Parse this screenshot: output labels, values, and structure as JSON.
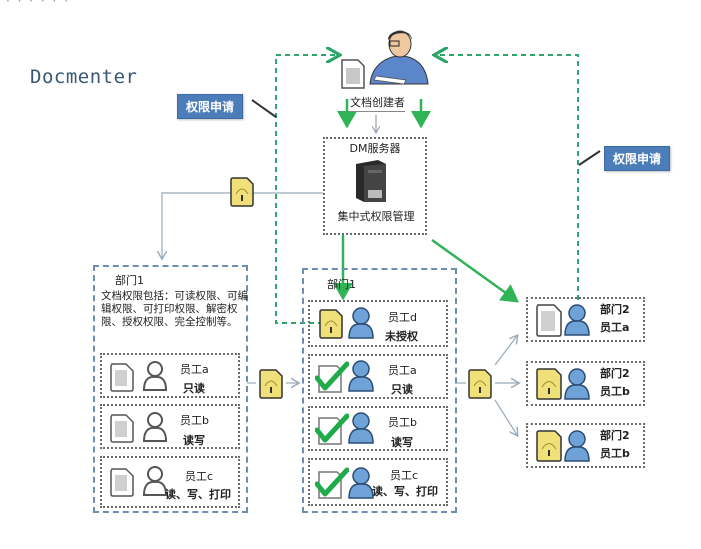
{
  "brand": "Docmenter",
  "top_cut_text": "· · · · · ·",
  "callouts": {
    "left": "权限申请",
    "right": "权限申请"
  },
  "creator": {
    "label": "文档创建者",
    "icon": "person-at-desk-icon"
  },
  "server": {
    "title": "DM服务器",
    "caption": "集中式权限管理",
    "icon": "server-tower-icon"
  },
  "left_dept": {
    "title": "部门1",
    "description": "文档权限包括：可读权限、可编辑权限、可打印权限、解密权限、授权权限、完全控制等。",
    "employees": [
      {
        "name": "员工a",
        "permission": "只读",
        "doc_icon": "plain-document-icon",
        "user_icon": "user-outline-icon"
      },
      {
        "name": "员工b",
        "permission": "读写",
        "doc_icon": "plain-document-icon",
        "user_icon": "user-outline-icon"
      },
      {
        "name": "员工c",
        "permission": "读、写、打印",
        "doc_icon": "plain-document-icon",
        "user_icon": "user-outline-icon"
      }
    ]
  },
  "middle_dept": {
    "title": "部门1",
    "employees": [
      {
        "name": "员工d",
        "permission": "未授权",
        "doc_icon": "locked-document-icon",
        "user_icon": "user-filled-icon"
      },
      {
        "name": "员工a",
        "permission": "只读",
        "doc_icon": "approved-document-icon",
        "user_icon": "user-filled-icon"
      },
      {
        "name": "员工b",
        "permission": "读写",
        "doc_icon": "approved-document-icon",
        "user_icon": "user-filled-icon"
      },
      {
        "name": "员工c",
        "permission": "读、写、打印",
        "doc_icon": "approved-document-icon",
        "user_icon": "user-filled-icon"
      }
    ]
  },
  "right_dept": {
    "employees": [
      {
        "dept": "部门2",
        "name": "员工a",
        "doc_icon": "plain-document-icon"
      },
      {
        "dept": "部门2",
        "name": "员工b",
        "doc_icon": "locked-document-icon"
      },
      {
        "dept": "部门2",
        "name": "员工b",
        "doc_icon": "locked-document-icon"
      }
    ]
  },
  "colors": {
    "green_flow": "#2fb356",
    "green_dashed": "#2aa66a",
    "callout_bg": "#4d7db8",
    "dept_border": "#6d8eb3",
    "locked_doc": "#f0e27a",
    "user_fill": "#6fa2d6"
  }
}
